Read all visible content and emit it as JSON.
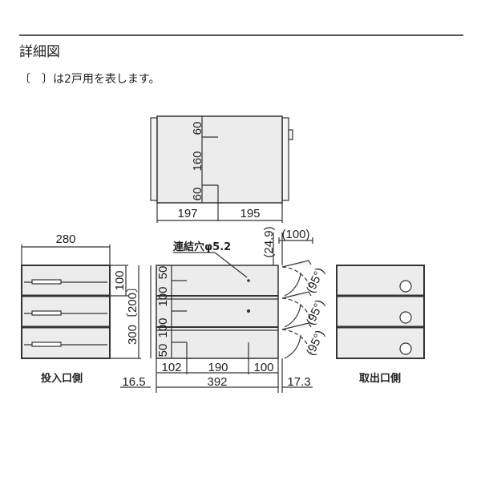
{
  "header": {
    "title": "詳細図",
    "note": "〔　〕は2戸用を表します。"
  },
  "top_view": {
    "vertical_dims": [
      "60",
      "160",
      "60"
    ],
    "horizontal_dims": [
      "197",
      "195"
    ]
  },
  "inlet_side_view": {
    "label": "投入口側",
    "width": "280",
    "unit_height": "100",
    "total_height": "300〔200〕"
  },
  "side_view": {
    "hole_label": "連結穴φ5.2",
    "top_dim_offset": "(24.9)",
    "door_depth": "(100)",
    "door_angles": [
      "(95°)",
      "(95°)",
      "(95°)"
    ],
    "vertical_dims": [
      "50",
      "100",
      "100",
      "50"
    ],
    "hole_dims": [
      "102",
      "190",
      "100"
    ],
    "total_depth": "392",
    "left_margin": "16.5",
    "right_margin": "17.3"
  },
  "outlet_side_view": {
    "label": "取出口側"
  },
  "colors": {
    "line": "#333333",
    "panel_fill": "#ececec",
    "background": "#ffffff"
  }
}
